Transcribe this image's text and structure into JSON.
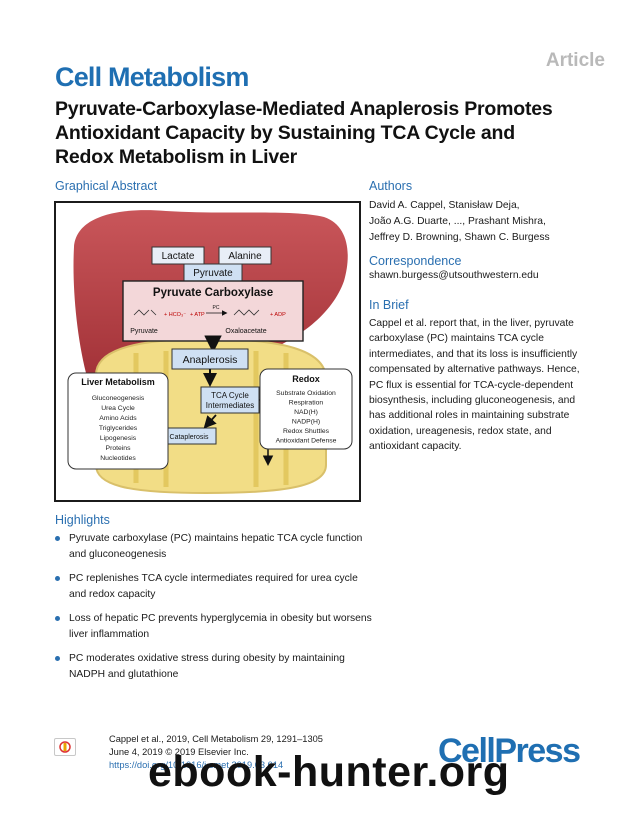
{
  "header": {
    "article_label": "Article",
    "journal": "Cell Metabolism",
    "title": "Pyruvate-Carboxylase-Mediated Anaplerosis Promotes Antioxidant Capacity by Sustaining TCA Cycle and Redox Metabolism in Liver"
  },
  "graphical_abstract": {
    "heading": "Graphical Abstract",
    "lactate": "Lactate",
    "alanine": "Alanine",
    "pyruvate_box": "Pyruvate",
    "pc_title": "Pyruvate Carboxylase",
    "reaction": {
      "hco3": "+ HCO₃⁻",
      "atp": "+ ATP",
      "pc": "PC",
      "adp": "+ ADP",
      "pyruvate": "Pyruvate",
      "oxaloacetate": "Oxaloacetate"
    },
    "anaplerosis": "Anaplerosis",
    "tca": [
      "TCA Cycle",
      "Intermediates"
    ],
    "cataplerosis": "Cataplerosis",
    "liver_metabolism": {
      "title": "Liver Metabolism",
      "items": [
        "Gluconeogenesis",
        "Urea Cycle",
        "Amino Acids",
        "Triglycerides",
        "Lipogenesis",
        "Proteins",
        "Nucleotides"
      ]
    },
    "redox": {
      "title": "Redox",
      "items": [
        "Substrate Oxidation",
        "Respiration",
        "NAD(H)",
        "NADP(H)",
        "Redox Shuttles",
        "Antioxidant Defense"
      ]
    }
  },
  "authors": {
    "heading": "Authors",
    "lines": [
      "David A. Cappel, Stanisław Deja,",
      "João A.G. Duarte, ..., Prashant Mishra,",
      "Jeffrey D. Browning, Shawn C. Burgess"
    ]
  },
  "correspondence": {
    "heading": "Correspondence",
    "email": "shawn.burgess@utsouthwestern.edu"
  },
  "in_brief": {
    "heading": "In Brief",
    "text": "Cappel et al. report that, in the liver, pyruvate carboxylase (PC) maintains TCA cycle intermediates, and that its loss is insufficiently compensated by alternative pathways. Hence, PC flux is essential for TCA-cycle-dependent biosynthesis, including gluconeogenesis, and has additional roles in maintaining substrate oxidation, ureagenesis, redox state, and antioxidant capacity."
  },
  "highlights": {
    "heading": "Highlights",
    "items": [
      "Pyruvate carboxylase (PC) maintains hepatic TCA cycle function and gluconeogenesis",
      "PC replenishes TCA cycle intermediates required for urea cycle and redox capacity",
      "Loss of hepatic PC prevents hyperglycemia in obesity but worsens liver inflammation",
      "PC moderates oxidative stress during obesity by maintaining NADPH and glutathione"
    ]
  },
  "citation": {
    "line1": "Cappel et al., 2019, Cell Metabolism 29, 1291–1305",
    "line2": "June 4, 2019 © 2019 Elsevier Inc.",
    "doi": "https://doi.org/10.1016/j.cmet.2019.03.014"
  },
  "footer": {
    "publisher": "CellPress",
    "watermark": "ebook-hunter.org"
  },
  "colors": {
    "brand_blue": "#1f6fb2",
    "liver_red": "#b33a3f",
    "mito_yellow": "#f2dd86",
    "box_blue": "#cfe0f3"
  }
}
